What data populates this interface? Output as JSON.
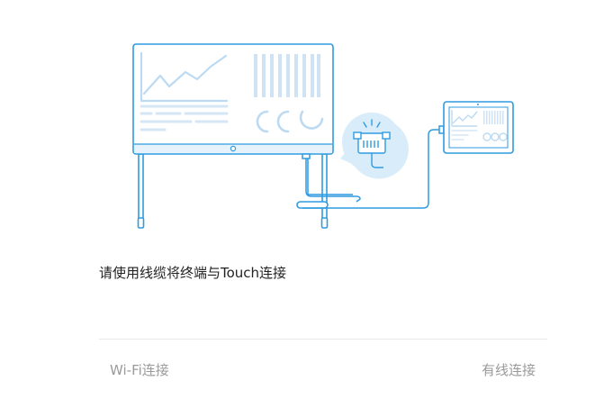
{
  "instruction_text": "请使用线缆将终端与Touch连接",
  "footer": {
    "left_label": "Wi-Fi连接",
    "right_label": "有线连接"
  },
  "colors": {
    "line_blue": "#2f9be0",
    "light_fill": "#eaf4fc",
    "bubble_fill": "#d9ecfa",
    "divider": "#e8e8ea",
    "muted_text": "#9a9a9a"
  },
  "icons": [
    "whiteboard-illustration",
    "ethernet-port-icon",
    "tablet-illustration"
  ]
}
